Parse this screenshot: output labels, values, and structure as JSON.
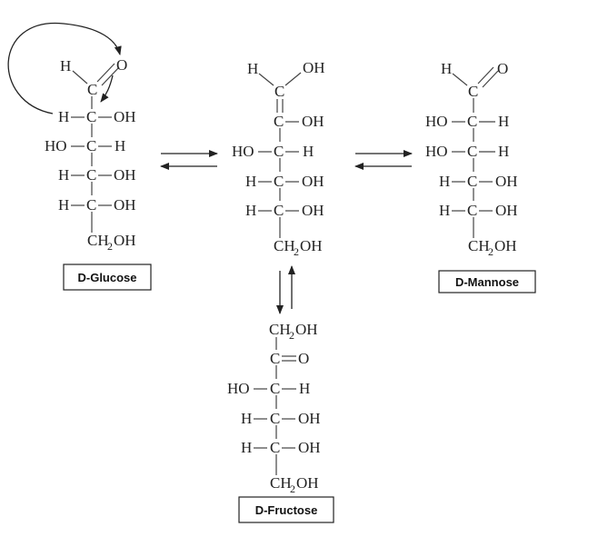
{
  "atoms": {
    "H": "H",
    "O": "O",
    "C": "C",
    "OH": "OH",
    "HO": "HO",
    "CH": "CH",
    "two": "2"
  },
  "labels": {
    "glucose": "D-Glucose",
    "mannose": "D-Mannose",
    "fructose": "D-Fructose"
  }
}
